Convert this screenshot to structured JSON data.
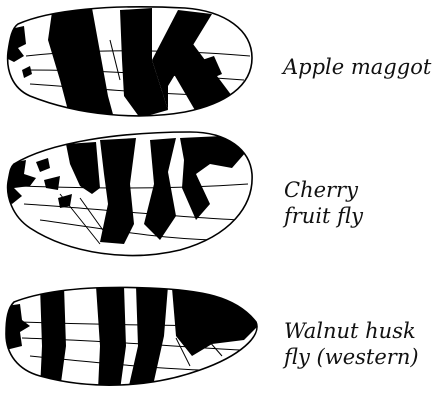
{
  "figure": {
    "ink_color": "#000000",
    "paper_color": "#ffffff",
    "wings": [
      {
        "id": "apple",
        "label": "Apple maggot"
      },
      {
        "id": "cherry",
        "label": "Cherry\nfruit fly"
      },
      {
        "id": "walnut",
        "label": "Walnut husk\nfly (western)"
      }
    ]
  }
}
